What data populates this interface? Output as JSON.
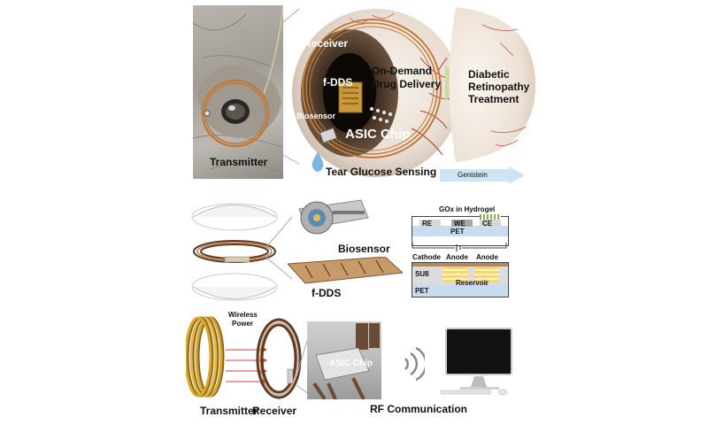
{
  "top_panel": {
    "transmitter": "Transmitter",
    "receiver": "Receiver",
    "fdds": "f-DDS",
    "biosensor": "Biosensor",
    "asic_chip": "ASIC Chip",
    "on_demand_line1": "On-Demand",
    "on_demand_line2": "Drug Delivery",
    "diabetic_line1": "Diabetic",
    "diabetic_line2": "Retinopathy",
    "diabetic_line3": "Treatment",
    "tear_glucose": "Tear Glucose Sensing",
    "genistein": "Genistein"
  },
  "middle_panel": {
    "biosensor": "Biosensor",
    "fdds": "f-DDS",
    "gox_hydrogel": "GOx in Hydrogel",
    "re": "RE",
    "we": "WE",
    "ce": "CE",
    "pet_top": "PET",
    "cathode": "Cathode",
    "anode1": "Anode",
    "anode2": "Anode",
    "su8": "SU8",
    "reservoir": "Reservoir",
    "pet_bottom": "PET"
  },
  "bottom_panel": {
    "wireless_line1": "Wireless",
    "wireless_line2": "Power",
    "asic_chip": "ASIC Chip",
    "transmitter": "Transmitter",
    "receiver": "Receiver",
    "rf_communication": "RF Communication"
  },
  "colors": {
    "coil_copper": "#c07a3a",
    "coil_dark": "#5a3a28",
    "coil_gold": "#d9a82c",
    "eye_sclera": "#efe6dc",
    "vessel_red": "#b8342a",
    "arrow_green": "#c9dd9a",
    "arrow_blue": "#cfe3f2"
  }
}
